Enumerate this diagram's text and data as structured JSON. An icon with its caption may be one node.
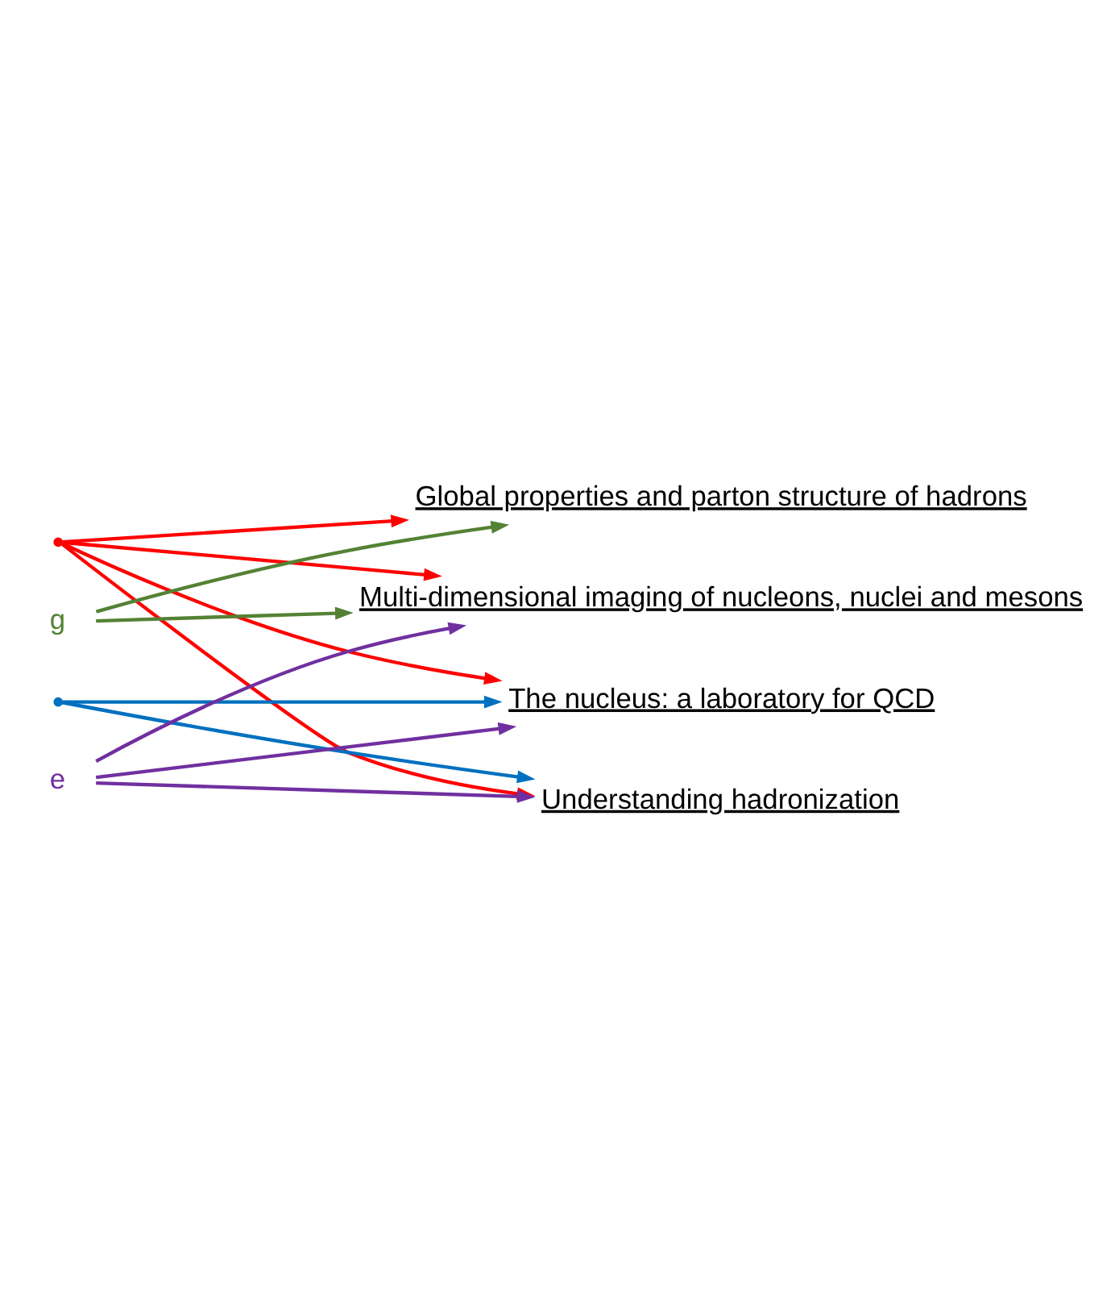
{
  "diagram": {
    "nodes": [
      {
        "text": [],
        "shape": "point"
      },
      {
        "text": [
          "Global properties and parton structure of hadrons"
        ]
      },
      {
        "text": [
          "g"
        ]
      },
      {
        "text": [
          "Multi-dimensional imaging of nucleons, nuclei and mesons"
        ]
      },
      {
        "text": [],
        "shape": "point"
      },
      {
        "text": [
          "The nucleus: a laboratory for QCD"
        ]
      },
      {
        "text": [
          "e"
        ]
      },
      {
        "text": [
          "Understanding hadronization"
        ]
      }
    ],
    "edges": [
      {
        "from": 0,
        "to": 1,
        "arrow": "to",
        "color": "#ff0000"
      },
      {
        "from": 0,
        "to": 3,
        "arrow": "to",
        "color": "#ff0000"
      },
      {
        "from": 0,
        "to": 5,
        "arrow": "to",
        "color": "#ff0000"
      },
      {
        "from": 0,
        "to": 7,
        "arrow": "to",
        "color": "#ff0000"
      },
      {
        "from": 2,
        "to": 1,
        "arrow": "to",
        "color": "#548235"
      },
      {
        "from": 2,
        "to": 3,
        "arrow": "to",
        "color": "#548235"
      },
      {
        "from": 4,
        "to": 5,
        "arrow": "to",
        "color": "#0070c0"
      },
      {
        "from": 4,
        "to": 7,
        "arrow": "to",
        "color": "#0070c0"
      },
      {
        "from": 6,
        "to": 3,
        "arrow": "to",
        "color": "#7030a0"
      },
      {
        "from": 6,
        "to": 5,
        "arrow": "to",
        "color": "#7030a0"
      },
      {
        "from": 6,
        "to": 7,
        "arrow": "to",
        "color": "#7030a0"
      }
    ]
  }
}
